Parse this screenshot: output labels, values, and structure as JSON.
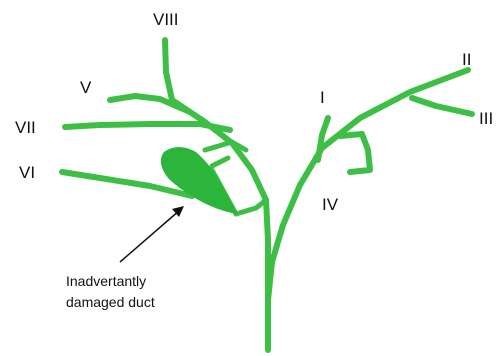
{
  "labels": {
    "viii": "VIII",
    "v": "V",
    "vii": "VII",
    "vi": "VI",
    "i": "I",
    "ii": "II",
    "iii": "III",
    "iv": "IV"
  },
  "annotation": {
    "line1": "Inadvertantly",
    "line2": "damaged duct"
  },
  "colors": {
    "duct": "#3dbf45",
    "damaged": "#2bb53a",
    "text": "#111111"
  }
}
